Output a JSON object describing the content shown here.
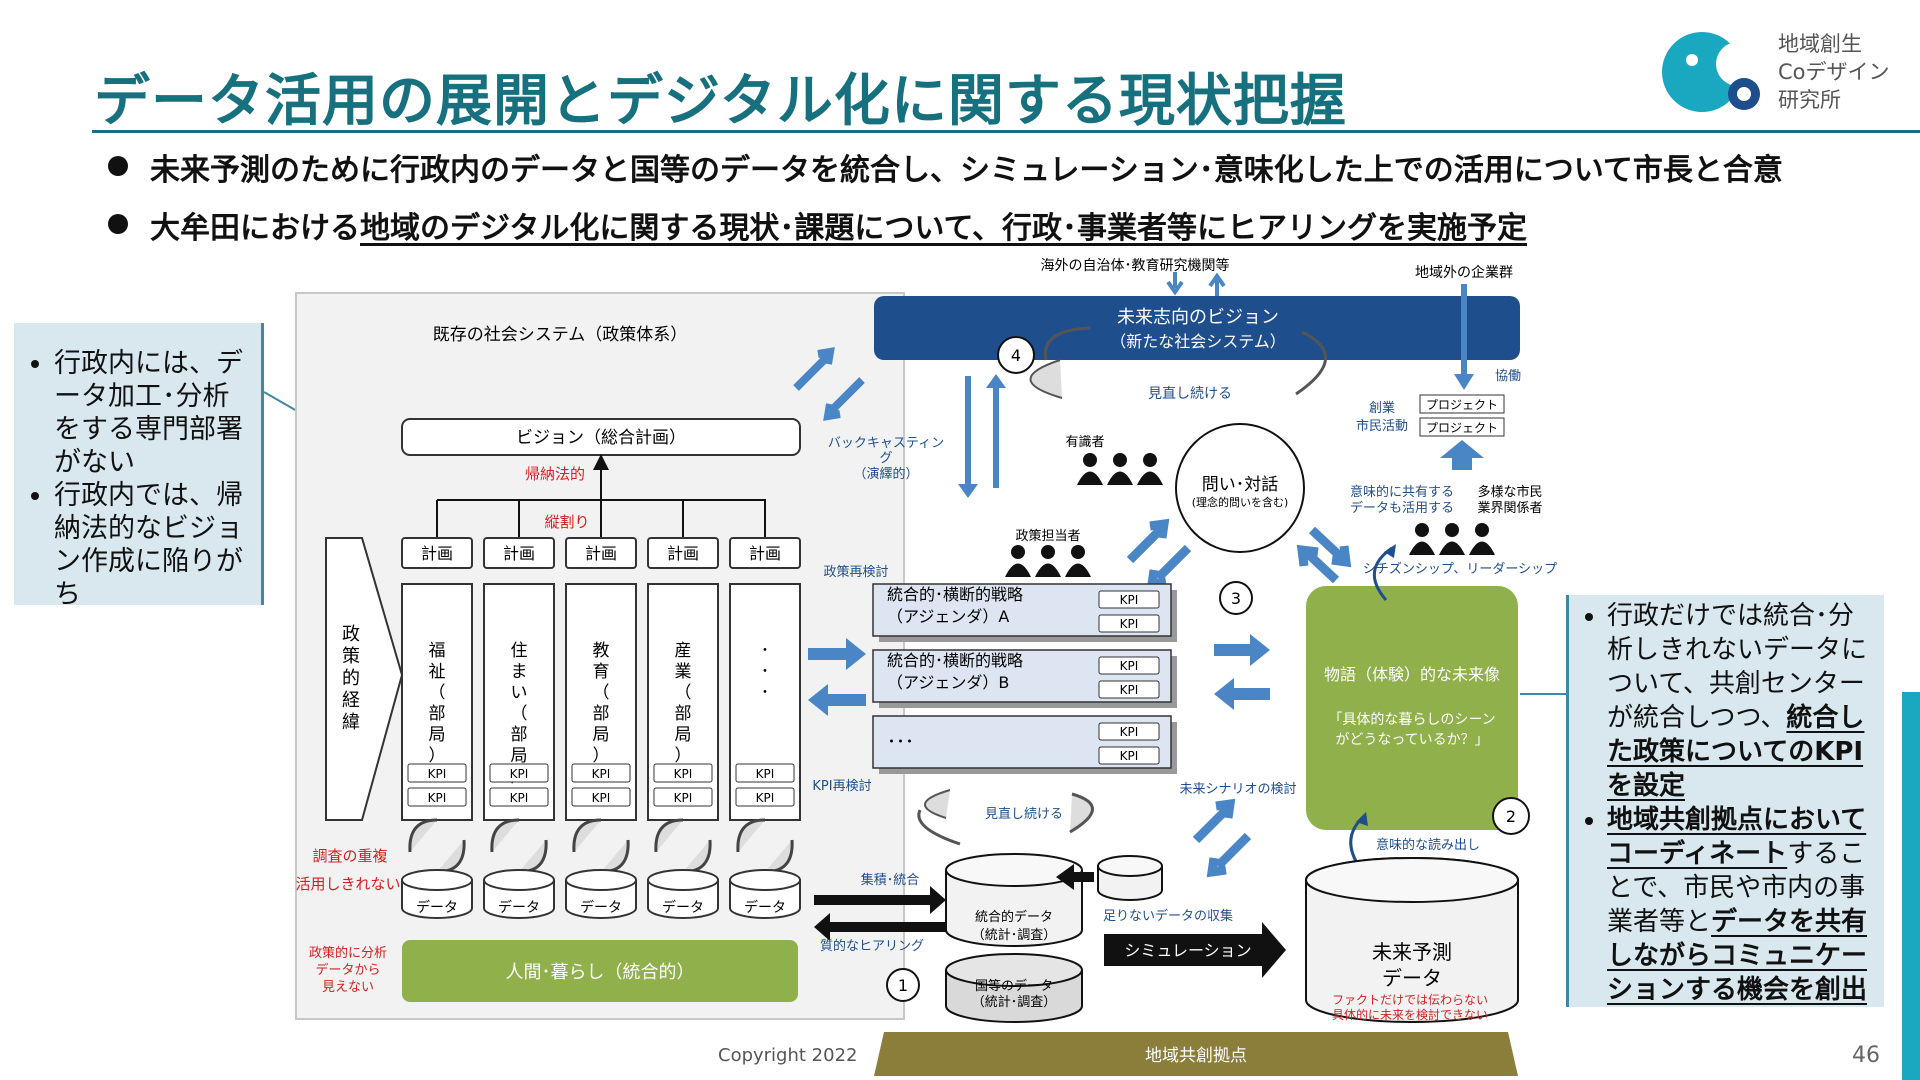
{
  "title": "データ活用の展開とデジタル化に関する現状把握",
  "logo": {
    "line1": "地域創生",
    "line2": "Coデザイン",
    "line3": "研究所"
  },
  "bullets": {
    "b1": "未来予測のために行政内のデータと国等のデータを統合し、シミュレーション･意味化した上での活用について市長と合意",
    "b2_pre": "大牟田における",
    "b2_underlined": "地域のデジタル化に関する現状･課題について、行政･事業者等にヒアリングを実施予定"
  },
  "left_note": [
    "行政内には、データ加工･分析をする専門部署がない",
    "行政内では、帰納法的なビジョン作成に陥りがち"
  ],
  "right_note": {
    "p1_pre": "行政だけでは統合･分析しきれないデータについて、共創センターが統合しつつ、",
    "p1_emph": "統合した政策についてのKPIを設定",
    "p2_emph1": "地域共創拠点において",
    "p2_emph2": "コーディネート",
    "p2_mid": "することで、市民や市内の事業者等と",
    "p2_emph3": "データを共有しながらコミュニケーションする機会を創出"
  },
  "diagram": {
    "existing_system": "既存の社会システム（政策体系）",
    "vision_plan": "ビジョン（総合計画）",
    "inductive": "帰納法的",
    "vertical": "縦割り",
    "plan": "計画",
    "depts": [
      "福祉（部局）",
      "住まい（部局）",
      "教育（部局）",
      "産業（部局）",
      "･･･"
    ],
    "kpi": "KPI",
    "data": "データ",
    "policy_history": "政策的経緯",
    "survey_dup": "調査の重複",
    "unused": "活用しきれない",
    "policy_invisible": [
      "政策的に分析",
      "データから",
      "見えない"
    ],
    "human_life": "人間･暮らし（統合的）",
    "overseas": "海外の自治体･教育研究機関等",
    "outside_companies": "地域外の企業群",
    "future_vision": [
      "未来志向のビジョン",
      "（新たな社会システム）"
    ],
    "review_cont": "見直し続ける",
    "collab": "協働",
    "creation": [
      "創業",
      "市民活動"
    ],
    "project": "プロジェクト",
    "backcasting": [
      "バックキャスティン",
      "グ",
      "（演繹的）"
    ],
    "experts": "有識者",
    "dialogue": [
      "問い･対話",
      "(理念的問いを含む)"
    ],
    "share_meaning": [
      "意味的に共有する",
      "データも活用する"
    ],
    "diverse": [
      "多様な市民",
      "業界関係者"
    ],
    "officials": "政策担当者",
    "citizenship": "シチズンシップ、リーダーシップ",
    "policy_review": "政策再検討",
    "kpi_review": "KPI再検討",
    "strategy_a": [
      "統合的･横断的戦略",
      "（アジェンダ）A"
    ],
    "strategy_b": [
      "統合的･横断的戦略",
      "（アジェンダ）B"
    ],
    "strategy_etc": "･･･",
    "story": "物語（体験）的な未来像",
    "story_q": [
      "「具体的な暮らしのシーン",
      "がどうなっているか？」"
    ],
    "scenario_review": "未来シナリオの検討",
    "meaning_read": "意味的な読み出し",
    "accumulate": "集積･統合",
    "qualitative": "質的なヒアリング",
    "integrated_data": [
      "統合的データ",
      "（統計･調査）"
    ],
    "national_data": [
      "国等のデータ",
      "（統計･調査）"
    ],
    "lacking_data": "足りないデータの収集",
    "simulation": "シミュレーション",
    "forecast": [
      "未来予測",
      "データ"
    ],
    "fact_only": [
      "ファクトだけでは伝わらない",
      "具体的に未来を検討できない"
    ],
    "hub": "地域共創拠点",
    "nums": [
      "1",
      "2",
      "3",
      "4"
    ]
  },
  "footer": {
    "copyright": "Copyright 2022",
    "page": "46"
  },
  "colors": {
    "teal": "#17707e",
    "navy": "#1f4e8c",
    "green": "#8fb04a",
    "arrow": "#4a86c6",
    "red": "#d62020",
    "olive": "#8b7d3a"
  }
}
